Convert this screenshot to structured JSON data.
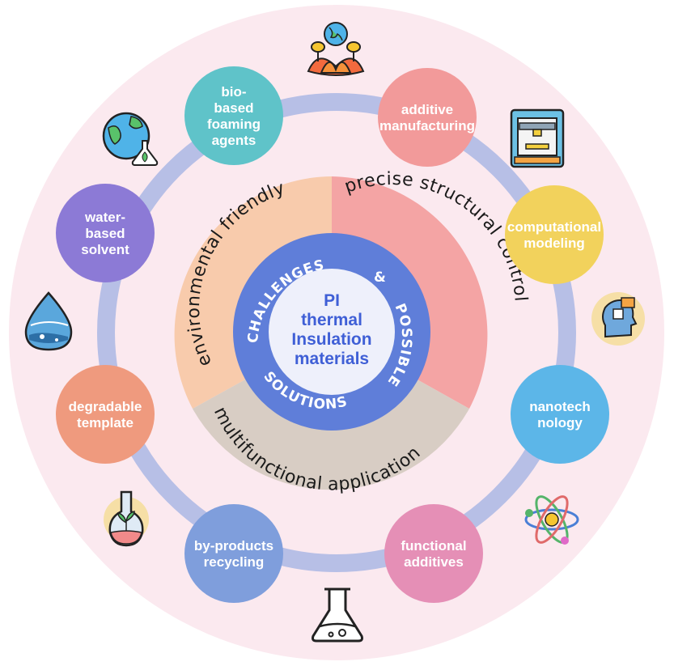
{
  "center": {
    "lines": [
      "PI",
      "thermal",
      "Insulation",
      "materials"
    ]
  },
  "inner_ring": {
    "arc_top": "CHALLENGES",
    "arc_amp": "&",
    "arc_right": "POSSIBLE",
    "arc_bottom": "SOLUTIONS"
  },
  "sectors": {
    "left": "environmental friendly",
    "right": "precise structural control",
    "bottom": "multifunctional application"
  },
  "nodes": [
    {
      "id": "bio-based-foaming-agents",
      "lines": [
        "bio-",
        "based",
        "foaming",
        "agents"
      ],
      "color": "#5fc3c9"
    },
    {
      "id": "additive-manufacturing",
      "lines": [
        "additive",
        "manufacturing"
      ],
      "color": "#f29a9a"
    },
    {
      "id": "computational-modeling",
      "lines": [
        "computational",
        "modeling"
      ],
      "color": "#f2d25c"
    },
    {
      "id": "nanotechnology",
      "lines": [
        "nanotech",
        "nology"
      ],
      "color": "#5cb6e8"
    },
    {
      "id": "functional-additives",
      "lines": [
        "functional",
        "additives"
      ],
      "color": "#e58fb6"
    },
    {
      "id": "by-products-recycling",
      "lines": [
        "by-products",
        "recycling"
      ],
      "color": "#7f9edc"
    },
    {
      "id": "degradable-template",
      "lines": [
        "degradable",
        "template"
      ],
      "color": "#ef9a7e"
    },
    {
      "id": "water-based-solvent",
      "lines": [
        "water-",
        "based",
        "solvent"
      ],
      "color": "#8c7ad6"
    }
  ],
  "colors": {
    "background_disc": "#fbe9ef",
    "orbit_ring": "#b7bfe6",
    "sector_left": "#f8cbac",
    "sector_right": "#f4a4a4",
    "sector_bottom": "#d8cdc4",
    "inner_ring": "#5f7ed9",
    "center_disc": "#eef0fb"
  },
  "icons": [
    "earth-birds-lotus-icon",
    "3d-printer-icon",
    "ai-head-chip-icon",
    "atom-icon",
    "flask-icon",
    "plant-flask-icon",
    "water-drop-icon",
    "earth-flask-icon"
  ]
}
